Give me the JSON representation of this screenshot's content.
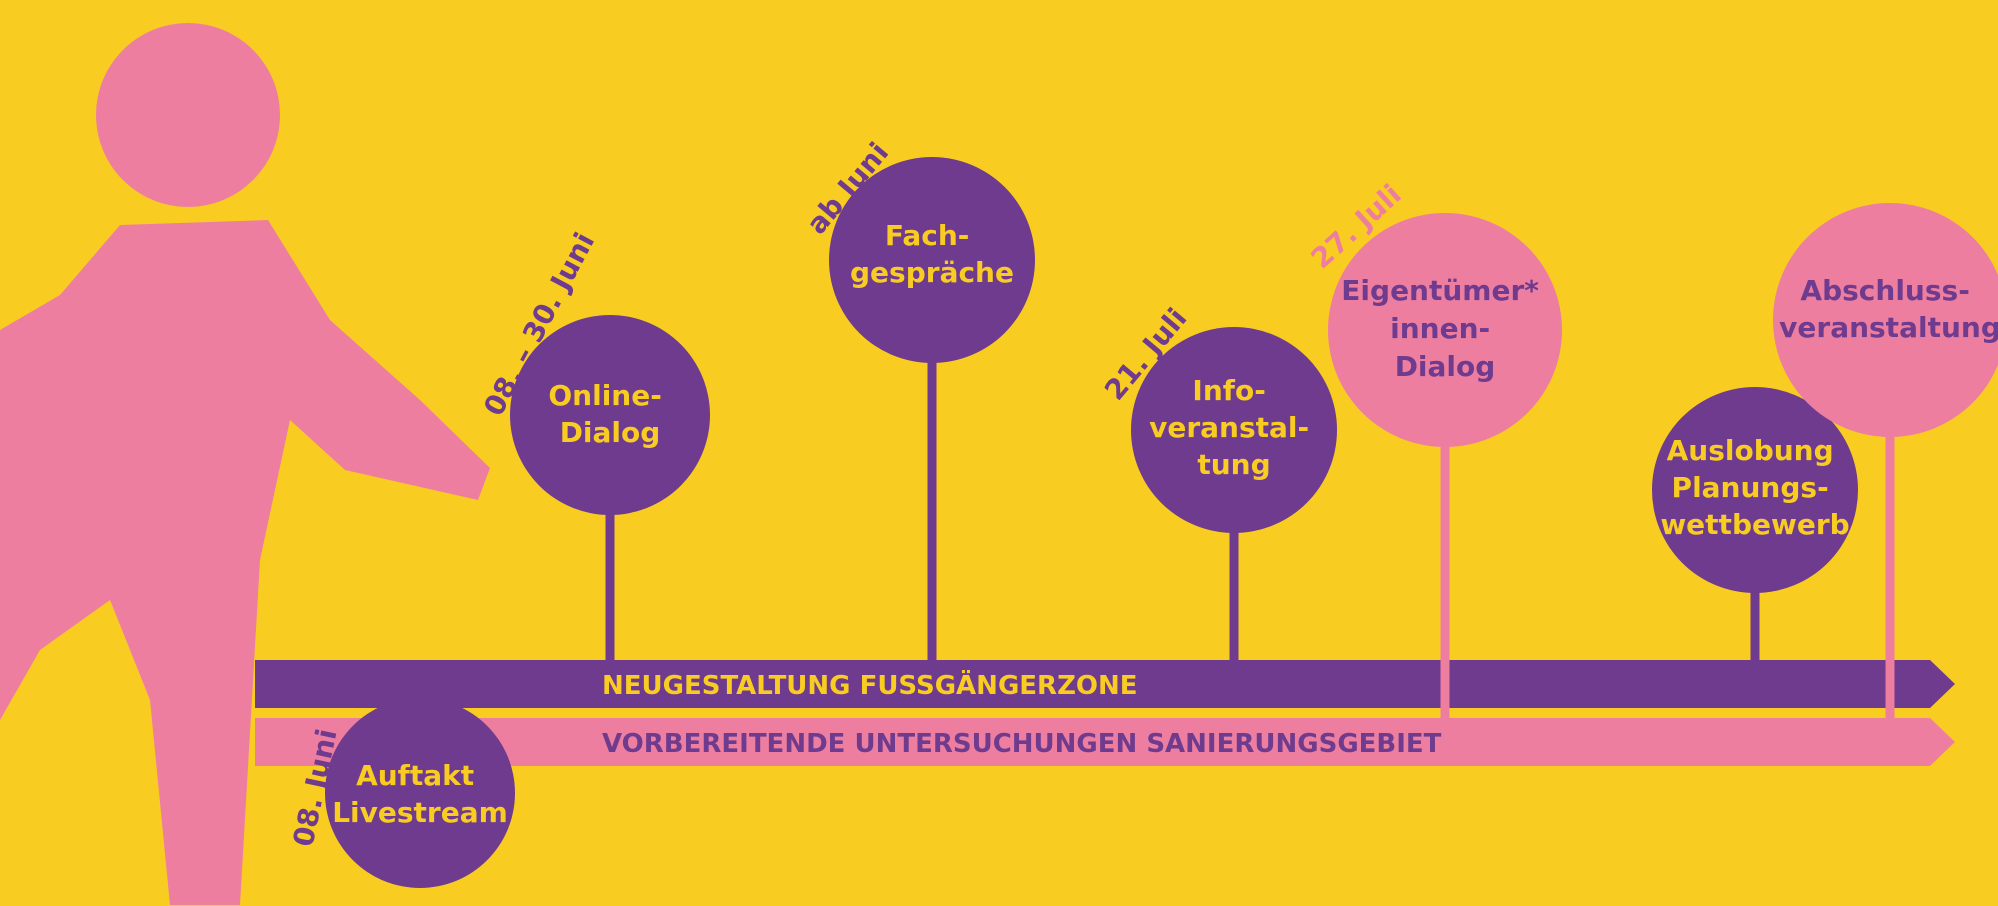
{
  "colors": {
    "background": "#f9cc22",
    "purple": "#6e3b8e",
    "pink": "#ee7ea0",
    "label_yellow": "#f9cc22",
    "label_purple": "#6e3b8e"
  },
  "tracks": {
    "main": "NEUGESTALTUNG FUSSGÄNGERZONE",
    "secondary": "VORBEREITENDE UNTERSUCHUNGEN SANIERUNGSGEBIET"
  },
  "milestones": [
    {
      "id": "auftakt",
      "date": "08. Juni",
      "lines": [
        "Auftakt",
        "Livestream"
      ],
      "color": "purple",
      "track": "secondary"
    },
    {
      "id": "online-dialog",
      "date": "08. – 30. Juni",
      "lines": [
        "Online-",
        "Dialog"
      ],
      "color": "purple",
      "track": "main"
    },
    {
      "id": "fachgespraeche",
      "date": "ab Juni",
      "lines": [
        "Fach-",
        "gespräche"
      ],
      "color": "purple",
      "track": "main"
    },
    {
      "id": "infoveranstaltung",
      "date": "21. Juli",
      "lines": [
        "Info-",
        "veranstal-",
        "tung"
      ],
      "color": "purple",
      "track": "main"
    },
    {
      "id": "eigentuemer-dialog",
      "date": "27. Juli",
      "lines": [
        "Eigentümer*",
        "innen-",
        "Dialog"
      ],
      "color": "pink",
      "track": "secondary"
    },
    {
      "id": "auslobung",
      "date": "",
      "lines": [
        "Auslobung",
        "Planungs-",
        "wettbewerb"
      ],
      "color": "purple",
      "track": "main"
    },
    {
      "id": "abschluss",
      "date": "",
      "lines": [
        "Abschluss-",
        "veranstaltung"
      ],
      "color": "pink",
      "track": "secondary"
    }
  ],
  "icons": {
    "figure": "walking-person-icon"
  }
}
